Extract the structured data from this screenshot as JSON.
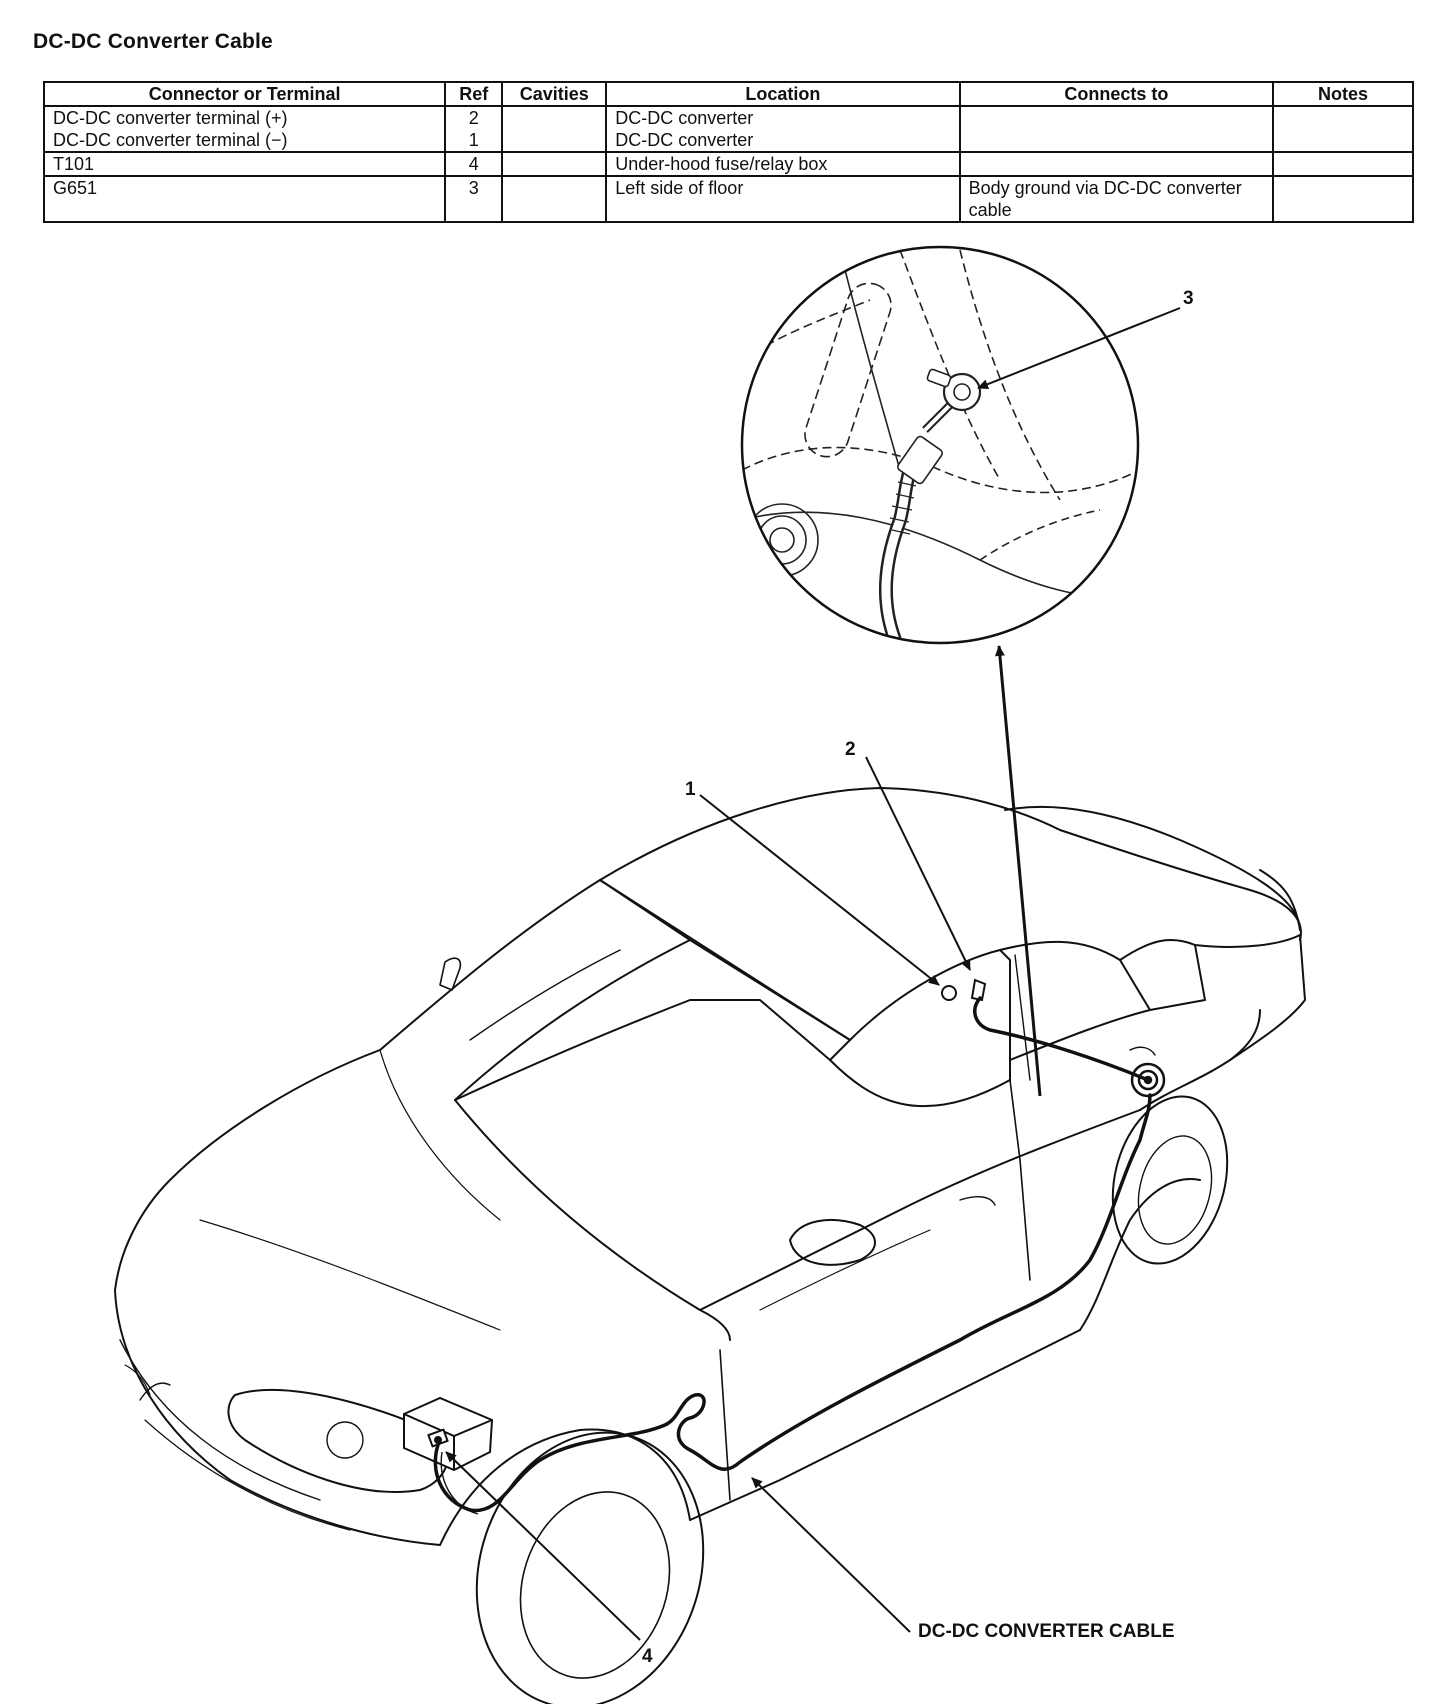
{
  "title": "DC-DC Converter Cable",
  "table": {
    "headers": {
      "connector": "Connector or Terminal",
      "ref": "Ref",
      "cavities": "Cavities",
      "location": "Location",
      "connects_to": "Connects to",
      "notes": "Notes"
    },
    "rows": [
      {
        "connector": "DC-DC converter terminal (+)",
        "ref": "2",
        "cavities": "",
        "location": "DC-DC converter",
        "connects_to": "",
        "notes": ""
      },
      {
        "connector": "DC-DC converter terminal (−)",
        "ref": "1",
        "cavities": "",
        "location": "DC-DC converter",
        "connects_to": "",
        "notes": ""
      },
      {
        "connector": "T101",
        "ref": "4",
        "cavities": "",
        "location": "Under-hood fuse/relay box",
        "connects_to": "",
        "notes": ""
      },
      {
        "connector": "G651",
        "ref": "3",
        "cavities": "",
        "location": "Left side of floor",
        "connects_to": "Body ground via DC-DC converter cable",
        "notes": ""
      }
    ]
  },
  "diagram": {
    "callouts": {
      "c1": "1",
      "c2": "2",
      "c3": "3",
      "c4": "4"
    },
    "cable_label": "DC-DC CONVERTER CABLE"
  }
}
